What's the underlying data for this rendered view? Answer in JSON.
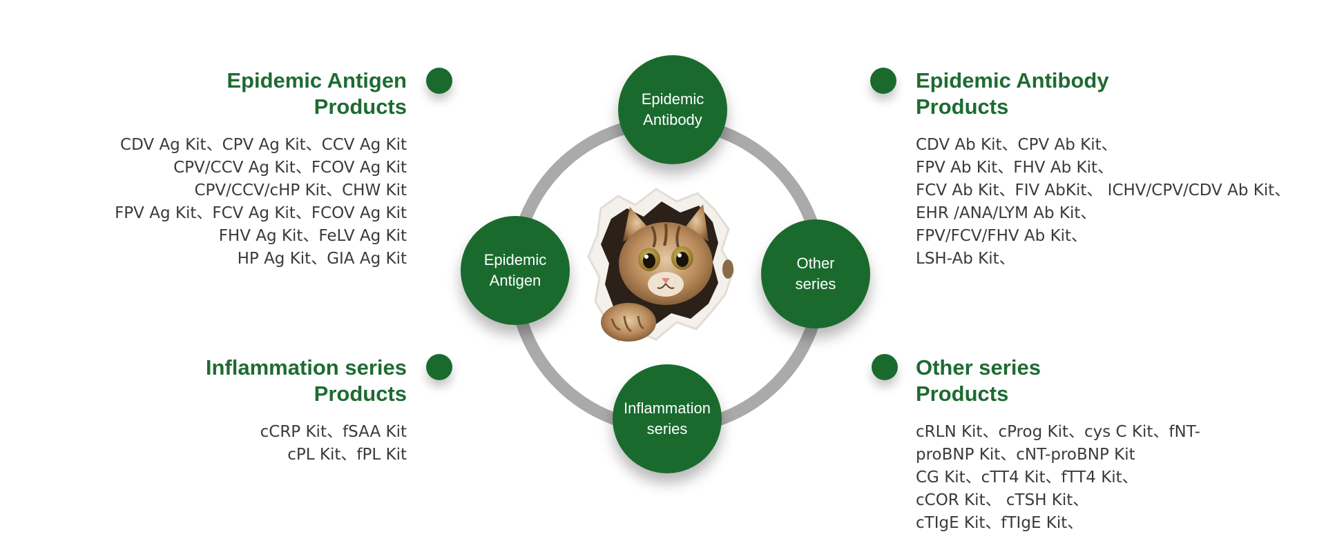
{
  "sections": {
    "top_left": {
      "title": [
        "Epidemic Antigen",
        "Products"
      ],
      "items": [
        "CDV Ag Kit、CPV Ag Kit、CCV Ag Kit",
        "CPV/CCV Ag Kit、FCOV Ag Kit",
        "CPV/CCV/cHP Kit、CHW Kit",
        "FPV Ag Kit、FCV Ag Kit、FCOV Ag Kit",
        "FHV Ag Kit、FeLV Ag Kit",
        "HP Ag Kit、GIA Ag Kit"
      ]
    },
    "top_right": {
      "title": [
        "Epidemic Antibody",
        "Products"
      ],
      "items": [
        "CDV Ab Kit、CPV Ab Kit、",
        "FPV Ab Kit、FHV Ab Kit、",
        "FCV Ab Kit、FIV AbKit、 ICHV/CPV/CDV Ab Kit、",
        "EHR /ANA/LYM Ab Kit、",
        "FPV/FCV/FHV Ab Kit、",
        "LSH-Ab Kit、"
      ]
    },
    "bottom_left": {
      "title": [
        "Inflammation series",
        "Products"
      ],
      "items": [
        "cCRP Kit、fSAA Kit",
        "cPL Kit、fPL Kit"
      ]
    },
    "bottom_right": {
      "title": [
        "Other series",
        "Products"
      ],
      "items": [
        "cRLN Kit、cProg Kit、cys C Kit、fNT-",
        "proBNP Kit、cNT-proBNP Kit",
        "CG Kit、cTT4  Kit、fTT4 Kit、",
        "cCOR Kit、 cTSH Kit、",
        "cTIgE Kit、fTIgE Kit、"
      ]
    }
  },
  "nodes": {
    "top": [
      "Epidemic",
      "Antibody"
    ],
    "left": [
      "Epidemic",
      "Antigen"
    ],
    "right": [
      "Other",
      "series"
    ],
    "bottom": [
      "Inflammation",
      "series"
    ]
  },
  "colors": {
    "brand_green": "#1a6a2e",
    "title_green": "#1e6b32",
    "ring_gray": "#aaaaaa",
    "text_dark": "#3a3a3a"
  },
  "center_image": "cat-peeking-through-paper"
}
